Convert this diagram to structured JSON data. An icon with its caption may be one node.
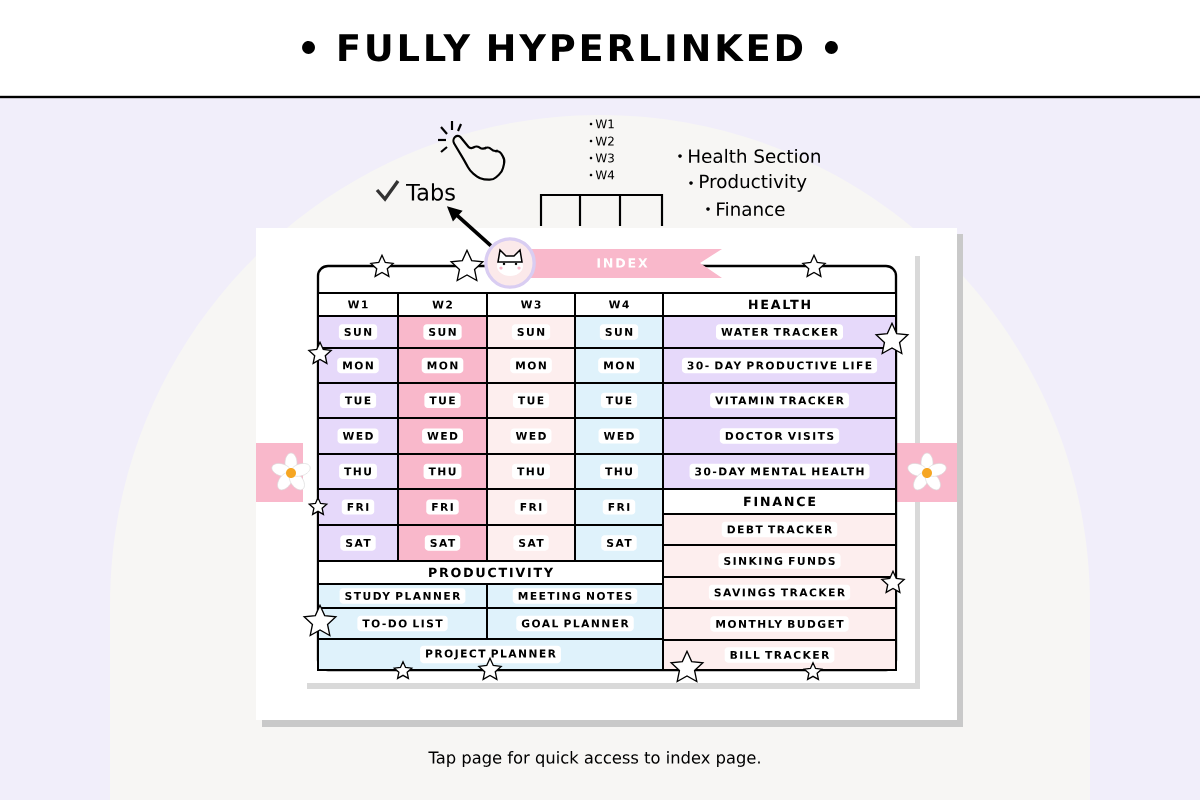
{
  "diagram": {
    "title": "• FULLY HYPERLINKED •",
    "caption": "Tap page for quick access to index page.",
    "nodes": [
      {
        "text": [
          "Tabs"
        ]
      },
      {
        "text": [],
        "shape": "picture"
      }
    ],
    "edges": [
      {
        "from": 1,
        "to": 0,
        "arrow": "to"
      }
    ],
    "labels": [
      "W1",
      "W2",
      "W3",
      "W4",
      "Health Section",
      "Productivity",
      "Finance",
      "INDEX",
      "W1",
      "W2",
      "W3",
      "W4",
      "HEALTH",
      "SUN",
      "SUN",
      "SUN",
      "SUN",
      "WATER TRACKER",
      "MON",
      "MON",
      "MON",
      "MON",
      "30- DAY PRODUCTIVE LIFE",
      "TUE",
      "TUE",
      "TUE",
      "TUE",
      "VITAMIN TRACKER",
      "WED",
      "WED",
      "WED",
      "WED",
      "DOCTOR VISITS",
      "THU",
      "THU",
      "THU",
      "THU",
      "30-DAY MENTAL HEALTH",
      "FRI",
      "FRI",
      "FRI",
      "FRI",
      "FINANCE",
      "SAT",
      "SAT",
      "SAT",
      "SAT",
      "DEBT TRACKER",
      "PRODUCTIVITY",
      "SINKING FUNDS",
      "STUDY PLANNER",
      "MEETING NOTES",
      "SAVINGS TRACKER",
      "TO-DO LIST",
      "GOAL PLANNER",
      "MONTHLY BUDGET",
      "PROJECT PLANNER",
      "BILL TRACKER"
    ]
  }
}
